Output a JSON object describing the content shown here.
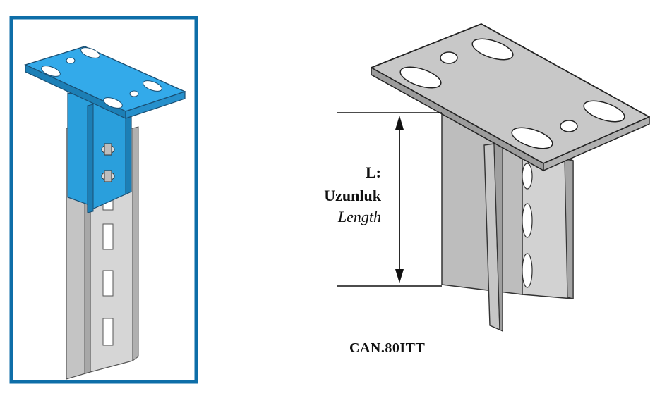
{
  "labels": {
    "dimension_symbol": "L:",
    "dimension_tr": "Uzunluk",
    "dimension_en": "Length",
    "product_code": "CAN.80ITT"
  },
  "colors": {
    "frame_border": "#0e6ea8",
    "plate_blue": "#29a3e0",
    "steel_gray": "#c9c9c9",
    "steel_dark": "#9a9a9a",
    "ink": "#111111"
  }
}
